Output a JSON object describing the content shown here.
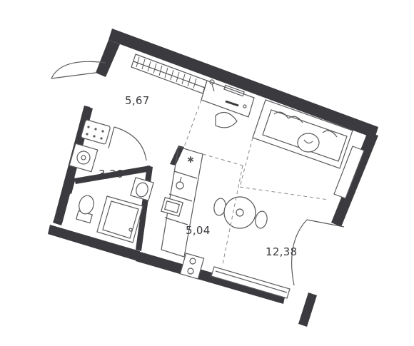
{
  "rooms": [
    {
      "id": "hall",
      "area": "5,67"
    },
    {
      "id": "bathroom",
      "area": "3,36"
    },
    {
      "id": "kitchen",
      "area": "5,04"
    },
    {
      "id": "living",
      "area": "12,38"
    }
  ],
  "colors": {
    "wall": "#3b3b3f",
    "line": "#5a5a5e",
    "text": "#3a3a3e"
  },
  "icons": [
    "door-arc",
    "wardrobe",
    "washing-machine",
    "stove",
    "toilet",
    "sink",
    "shower-tray",
    "sofa",
    "round-table",
    "chairs",
    "desk",
    "armchair",
    "kitchen-sink",
    "cooktop",
    "tv-console",
    "plant"
  ]
}
